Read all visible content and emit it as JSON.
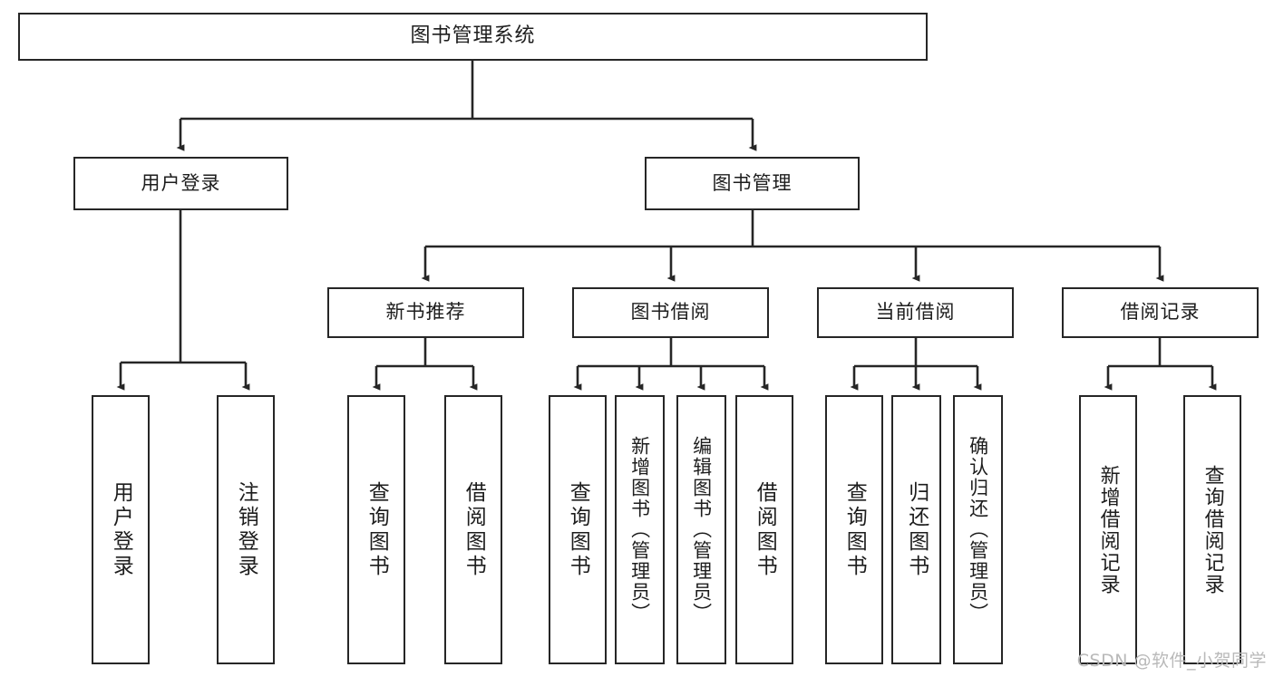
{
  "diagram": {
    "title": "图书管理系统",
    "type": "tree-hierarchy-diagram",
    "colors": {
      "box_border": "#262626",
      "box_fill": "#ffffff",
      "edge": "#262626",
      "text": "#1d1d1d",
      "watermark": "#b9b9b9",
      "background": "#ffffff"
    },
    "root": {
      "label": "图书管理系统"
    },
    "level2": [
      {
        "label": "用户登录"
      },
      {
        "label": "图书管理"
      }
    ],
    "level3": [
      {
        "label": "新书推荐"
      },
      {
        "label": "图书借阅"
      },
      {
        "label": "当前借阅"
      },
      {
        "label": "借阅记录"
      }
    ],
    "leaves": {
      "user_login": [
        {
          "label": "用户登录"
        },
        {
          "label": "注销登录"
        }
      ],
      "new_book_recommend": [
        {
          "label": "查询图书"
        },
        {
          "label": "借阅图书"
        }
      ],
      "book_borrow": [
        {
          "label": "查询图书"
        },
        {
          "label": "新增图书（管理员）"
        },
        {
          "label": "编辑图书（管理员）"
        },
        {
          "label": "借阅图书"
        }
      ],
      "current_borrow": [
        {
          "label": "查询图书"
        },
        {
          "label": "归还图书"
        },
        {
          "label": "确认归还（管理员）"
        }
      ],
      "borrow_record": [
        {
          "label": "新增借阅记录"
        },
        {
          "label": "查询借阅记录"
        }
      ]
    }
  },
  "watermark": {
    "text": "CSDN @软件_小贺同学"
  }
}
